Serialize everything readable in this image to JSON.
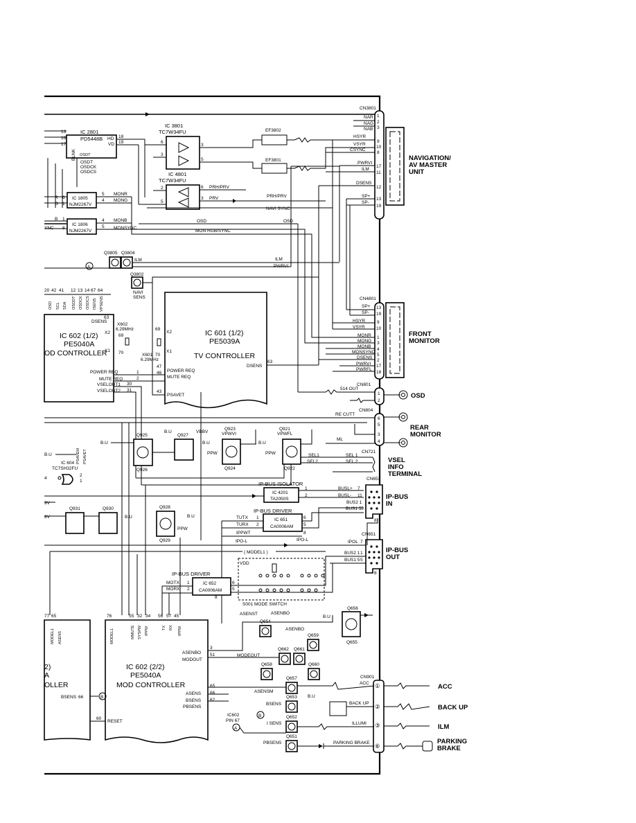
{
  "external": {
    "navigation": [
      "NAVIGATION/",
      "AV MASTER",
      "UNIT"
    ],
    "front_monitor": [
      "FRONT",
      "MONITOR"
    ],
    "osd": "OSD",
    "rear_monitor": [
      "REAR",
      "MONITOR"
    ],
    "vsel": [
      "VSEL",
      "INFO",
      "TERMINAL"
    ],
    "ipbus_in": [
      "IP-BUS",
      "IN"
    ],
    "ipbus_out": [
      "IP-BUS",
      "OUT"
    ],
    "acc": "ACC",
    "backup": "BACK UP",
    "ilm": "ILM",
    "parking": [
      "PARKING",
      "BRAKE"
    ]
  },
  "connectors": {
    "cn3801": {
      "name": "CN3801",
      "pins": [
        "1",
        "2",
        "3",
        "9",
        "10",
        "8",
        "17",
        "11",
        "12",
        "13",
        "19"
      ]
    },
    "cn4801": {
      "name": "CN4801",
      "pins": [
        "13",
        "19",
        "9",
        "10",
        "1",
        "3",
        "4",
        "5",
        "2",
        "17",
        "18"
      ]
    },
    "cn801": {
      "name": "CN801",
      "pins": [
        "1",
        "2"
      ]
    },
    "cn804": {
      "name": "CN804",
      "pins": [
        "6",
        "5",
        "3",
        "4"
      ]
    },
    "cn721": {
      "name": "CN721"
    },
    "cn652": {
      "name": "CN652"
    },
    "cn651": {
      "name": "CN651"
    },
    "cn901": {
      "name": "CN901",
      "pins": [
        "①",
        "②",
        "③",
        "⑥"
      ]
    }
  },
  "signals": {
    "nar": "NAR",
    "nag": "NAG",
    "nab": "NAB",
    "hsyr": "HSYR",
    "vsyr": "VSYR",
    "csync": "CSYNC",
    "pwrvi": "PWRVI",
    "ilm": "ILM",
    "dsens": "DSENS",
    "sp_plus": "SP+",
    "sp_minus": "SP-",
    "prh_prv": "PRH/PRV",
    "navi_sync": "NAVI SYNC",
    "osd": "OSD",
    "mon_rgb_sync": "MON RGB/SYNC",
    "monr": "MONR",
    "mong": "MONG",
    "monb": "MONB",
    "monsync": "MONSYNC",
    "pwrfl": "PWRFL",
    "s14_out": "514 OUT",
    "re_cutt": "RE CUTT",
    "ml": "ML",
    "sel1": "SEL1",
    "sel2": "SEL2",
    "sel_1": "SEL 1",
    "sel_2": "SEL 2",
    "busl_plus": "BUSL+",
    "busl_minus": "BUSL-",
    "bus21": "BUS2 1",
    "bus15": "BUS1 5",
    "ipol": "IPOL",
    "bus2_1": "BUS2 1",
    "bus1_5": "BUS1 5",
    "tutx": "TUTX",
    "turx": "TURX",
    "ippwt": "IPPWT",
    "ipo_l": "IPO-L",
    "model1": "( MODEL1 )",
    "vdd": "VDD",
    "motx": "MOTX",
    "morx": "MORX",
    "asenbo": "ASENBO",
    "asenst": "ASENST",
    "modeout": "MODEOUT",
    "asensm": "ASENSM",
    "bsens": "BSENS",
    "isens": "I SENS",
    "pbsens": "PBSENS",
    "acc": "ACC",
    "back_up": "BACK UP",
    "illumi": "ILLUMI",
    "parking_brake": "PARKING BRAKE",
    "bu": "B.U",
    "b8v": "VBBV",
    "ppw": "PPW",
    "v9": "9V",
    "v8": "8V",
    "ic602_pin": [
      "IC602",
      "PIN 67"
    ],
    "ic604_labels": [
      "PSAVEM",
      "PSAVET"
    ],
    "osd_pins": [
      "OSD",
      "SCL",
      "SDA",
      "OSDDT",
      "OSDCK",
      "OSDCS",
      "ISENS",
      "VPSENS"
    ]
  },
  "ics": {
    "ic2801": {
      "ref": "IC 2801",
      "part": "PD5448B",
      "labels": [
        "HD",
        "VD",
        "BLNK",
        "OSDT",
        "OSDCK",
        "OSDCS"
      ]
    },
    "ic3801": {
      "ref": "IC 3801",
      "part": "TC7W34FU"
    },
    "ic4801": {
      "ref": "IC 4801",
      "part": "TC7W34FU"
    },
    "ic1805": {
      "ref": "IC 1805",
      "part": "NJM2267V"
    },
    "ic1806": {
      "ref": "IC 1806",
      "part": "NJM2267V"
    },
    "ic602a": {
      "ref": "IC 602 (1/2)",
      "part": "PE5040A",
      "name": "OD CONTROLLER",
      "pins": [
        "POWER REQ",
        "MUTE REQ",
        "VSELOUT1",
        "VSELOUT2",
        "DSENS"
      ]
    },
    "ic601": {
      "ref": "IC 601 (1/2)",
      "part": "PE5039A",
      "name": "TV CONTROLLER",
      "pins": [
        "POWER REQ",
        "MUTE REQ",
        "PSAVET",
        "DSENS"
      ]
    },
    "ic604": {
      "ref": "IC 604",
      "part": "TC7SH32FU"
    },
    "ic4201": {
      "ref": "IC 4201",
      "part": "TA2050S",
      "title": "IP-BUS ISOLATOR"
    },
    "ic651": {
      "ref": "IC 651",
      "part": "CA0006AM",
      "title": "IP-BUS DRIVER"
    },
    "ic652": {
      "ref": "IC 652",
      "part": "CA0006AM",
      "title": "IP-BUS DRIVER"
    },
    "ic602b": {
      "ref": "IC 602 (2/2)",
      "part": "PE5040A",
      "name": "MOD CONTROLLER",
      "pins": [
        "ASENBO",
        "MODOUT",
        "ASENS",
        "BSENS",
        "PBSENS",
        "RESET",
        "MODEL1",
        "MMUTE",
        "SYSPW",
        "IPPW",
        "TX",
        "RX"
      ]
    },
    "ic_left": {
      "tail": "OLLER",
      "extra": [
        "2)",
        "A"
      ]
    }
  },
  "oscillators": {
    "x602": {
      "ref": "X602",
      "freq": "6.29MHz"
    },
    "x601": {
      "ref": "X601",
      "freq": "6.29MHz"
    }
  },
  "transistors": {
    "q3805": "Q3805",
    "q3804": "Q3804",
    "q3802": "Q3802",
    "navi_sens": [
      "NAVI",
      "SENS"
    ],
    "q925": "Q925",
    "q926": "Q926",
    "q927": "Q927",
    "q923": "Q923",
    "q924": "Q924",
    "q921": "Q921",
    "q922": "Q922",
    "q931": "Q931",
    "q930": "Q930",
    "q928": "Q928",
    "q929": "Q929",
    "q656": "Q656",
    "q655": "Q655",
    "q654": "Q654",
    "q659": "Q659",
    "q662": "Q662",
    "q661": "Q661",
    "q658": "Q658",
    "q660": "Q660",
    "q657": "Q657",
    "q653": "Q653",
    "q652": "Q652",
    "q651": "Q651",
    "vpwvi": "VPWVI",
    "vpwfl": "VPWFL",
    "ef3802": "EF3802",
    "ef3801": "EF3801"
  },
  "switch": {
    "name": "S001 MODE SWITCH"
  }
}
